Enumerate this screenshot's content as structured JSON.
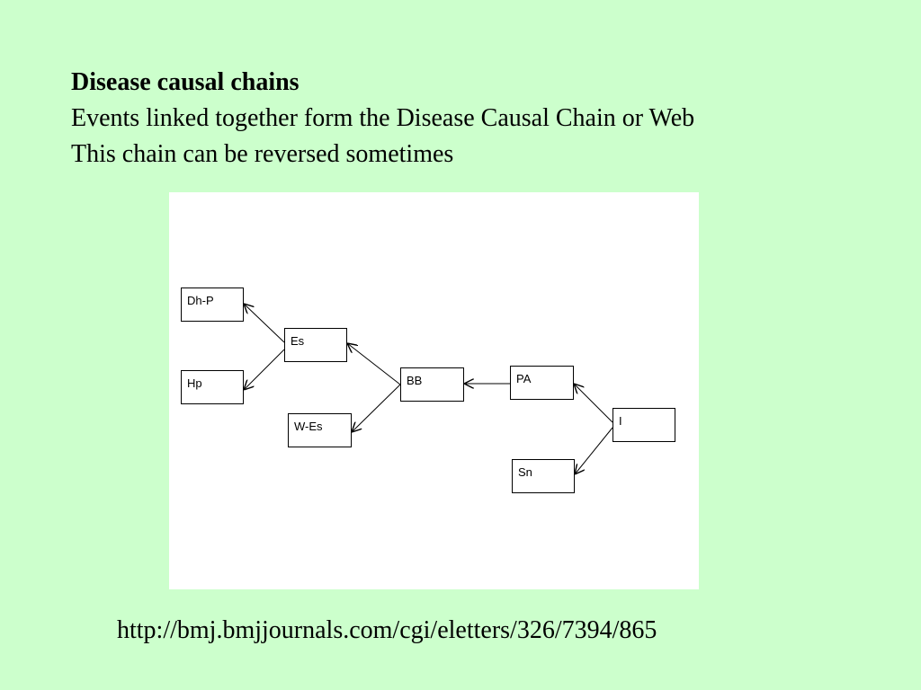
{
  "slide": {
    "heading": "Disease causal chains",
    "lines": [
      "Events linked together form the Disease Causal Chain or Web",
      "This chain can be reversed sometimes"
    ],
    "source_url": "http://bmj.bmjjournals.com/cgi/eletters/326/7394/865",
    "background_color": "#ccffcc"
  },
  "diagram": {
    "nodes": [
      {
        "id": "dhp",
        "label": "Dh-P"
      },
      {
        "id": "hp",
        "label": "Hp"
      },
      {
        "id": "es",
        "label": "Es"
      },
      {
        "id": "wes",
        "label": "W-Es"
      },
      {
        "id": "bb",
        "label": "BB"
      },
      {
        "id": "pa",
        "label": "PA"
      },
      {
        "id": "i",
        "label": "I"
      },
      {
        "id": "sn",
        "label": "Sn"
      }
    ],
    "edges": [
      {
        "from": "es",
        "to": "dhp"
      },
      {
        "from": "es",
        "to": "hp"
      },
      {
        "from": "bb",
        "to": "es"
      },
      {
        "from": "bb",
        "to": "wes"
      },
      {
        "from": "pa",
        "to": "bb"
      },
      {
        "from": "i",
        "to": "pa"
      },
      {
        "from": "i",
        "to": "sn"
      }
    ]
  }
}
